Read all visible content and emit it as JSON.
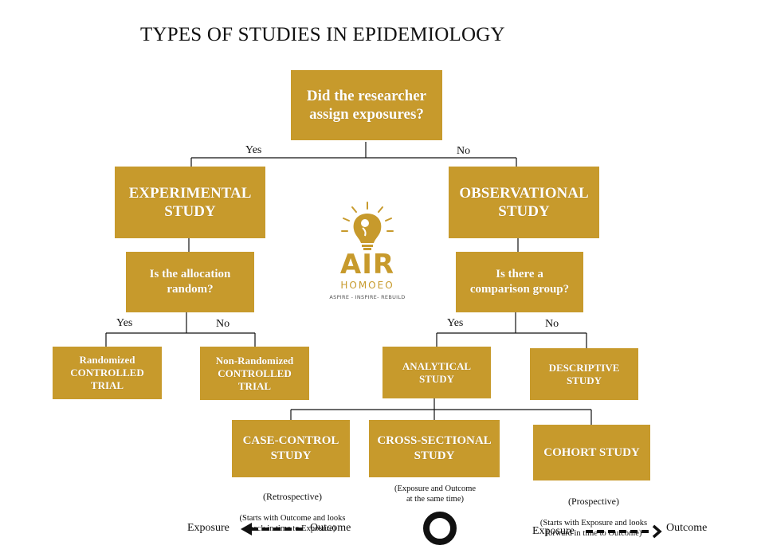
{
  "title": "TYPES OF STUDIES IN EPIDEMIOLOGY",
  "colors": {
    "box_fill": "#c79a2c",
    "box_text": "#ffffff",
    "line": "#111111"
  },
  "boxes": {
    "root": "Did the researcher\nassign exposures?",
    "experimental": "EXPERIMENTAL\nSTUDY",
    "observational": "OBSERVATIONAL\nSTUDY",
    "allocation": "Is the allocation\nrandom?",
    "comparison": "Is there a\ncomparison group?",
    "rct": "Randomized\nCONTROLLED\nTRIAL",
    "nrct": "Non-Randomized\nCONTROLLED\nTRIAL",
    "analytical": "ANALYTICAL\nSTUDY",
    "descriptive": "DESCRIPTIVE\nSTUDY",
    "case_control": "CASE-CONTROL\nSTUDY",
    "cross_sectional": "CROSS-SECTIONAL\nSTUDY",
    "cohort": "COHORT STUDY"
  },
  "edge_labels": {
    "root_yes": "Yes",
    "root_no": "No",
    "alloc_yes": "Yes",
    "alloc_no": "No",
    "comp_yes": "Yes",
    "comp_no": "No"
  },
  "notes": {
    "case_control_head": "(Retrospective)",
    "case_control_body": "(Starts with Outcome and looks\nback in time to Exposure)",
    "cross_sectional": "(Exposure and Outcome\nat the same time)",
    "cohort_head": "(Prospective)",
    "cohort_body": "(Starts with Exposure and looks\nforward in time to Outcome)"
  },
  "timelines": {
    "left_exposure": "Exposure",
    "left_outcome": "Outcome",
    "right_exposure": "Exposure",
    "right_outcome": "Outcome"
  },
  "logo": {
    "main": "AIR",
    "sub": "HOMOEO",
    "tagline": "ASPIRE - INSPIRE- REBUILD"
  }
}
